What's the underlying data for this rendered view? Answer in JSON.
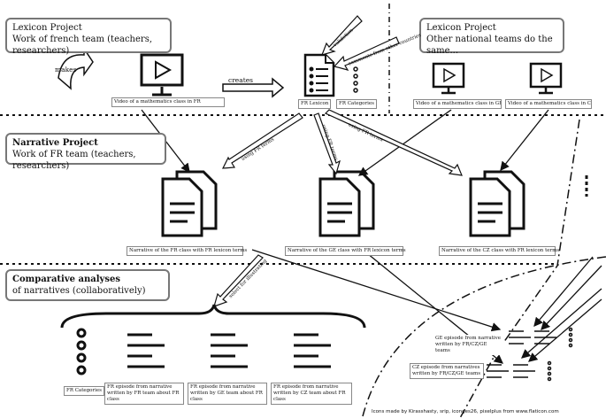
{
  "top_left_box": {
    "title": "Lexicon Project",
    "subtitle": "Work of french team (teachers, researchers)"
  },
  "top_right_box": {
    "title": "Lexicon Project",
    "subtitle": "Other national teams do the same..."
  },
  "narrative_box": {
    "title": "Narrative Project",
    "subtitle": "Work of FR team (teachers, researchers)"
  },
  "comparative_box": {
    "title": "Comparative analyses",
    "subtitle": "of narratives (collaboratively)"
  },
  "labels": {
    "makes": "makes",
    "creates": "creates",
    "video_fr": "Video of a mathematics class in FR",
    "fr_lexicon": "FR Lexicon",
    "fr_categories": "FR Categories",
    "video_ge": "Video of a mathematics class in GE",
    "video_cz": "Video of a mathematics class in CZ",
    "narr_fr": "Narrative of the FR class with FR lexicon terms",
    "narr_ge": "Narrative of the GE class with FR lexicon terms",
    "narr_cz": "Narrative of the CZ class with FR lexicon terms",
    "arrow_validation": "validation",
    "arrow_comments": "comments from other countries",
    "arrow_using1": "using FR terms",
    "arrow_using2": "using FR terms",
    "arrow_using3": "using FR terms",
    "arrow_select": "select for illustrating",
    "fr_categories_bottom": "FR Categories",
    "ep_fr_fr": "FR episode from narrative written by FR team about FR class",
    "ep_ge_fr": "FR episode from narrative written by GE team about FR class",
    "ep_cz_fr": "FR episode from narrative written by CZ team about FR class",
    "ge_episode": "GE episode from narrative written by FR/CZ/GE teams",
    "cz_episode": "CZ episode from narratives written by FR/CZ/GE teams"
  },
  "credit": "Icons made by Kirasshasty, srip, iconges26, pixelplus from www.flaticon.com"
}
